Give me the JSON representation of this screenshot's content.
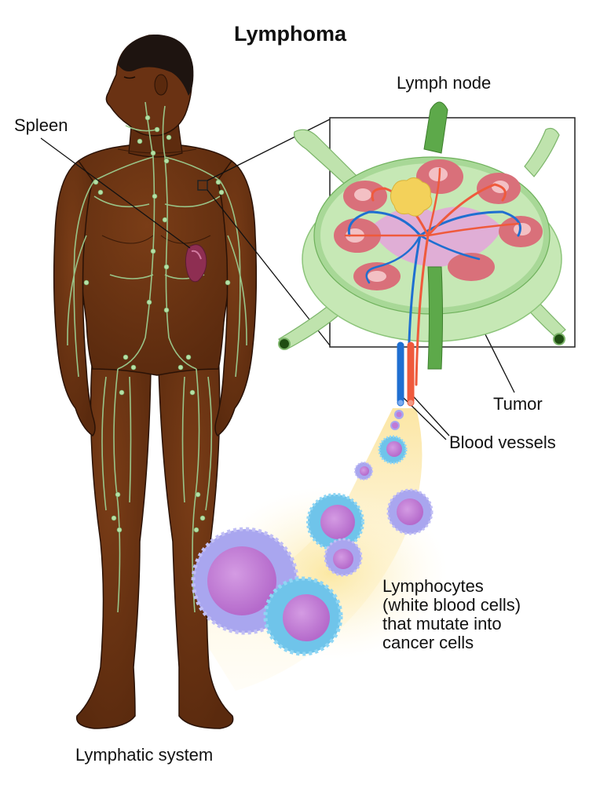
{
  "title": "Lymphoma",
  "labels": {
    "spleen": "Spleen",
    "lymph_node": "Lymph node",
    "tumor": "Tumor",
    "blood_vessels": "Blood vessels",
    "lymphocytes": "Lymphocytes (white blood cells) that mutate into cancer cells",
    "lymphocytes_lines": [
      "Lymphocytes",
      "(white blood cells)",
      "that mutate into",
      "cancer cells"
    ],
    "lymphatic_system": "Lymphatic system"
  },
  "figures": {
    "body": "human-figure-with-lymphatic-network",
    "inset": "lymph-node-cross-section",
    "cells": "mutating-lymphocytes"
  },
  "colors": {
    "skin": "#6b3413",
    "skin_dark": "#4a220b",
    "hair": "#1e1410",
    "lymph_vessel": "#9ccc8f",
    "lymph_node_outer": "#b9e3a8",
    "lymph_node_inner": "#7cbf6a",
    "lymph_node_dark": "#3f8f34",
    "follicle": "#d9707a",
    "follicle_center": "#f3c0c4",
    "medulla": "#e0aed6",
    "artery": "#ef5a3c",
    "vein": "#1f6fd1",
    "tumor": "#f3d15a",
    "spleen": "#8e2e52",
    "cell_membrane_blue": "#6fc4ea",
    "cell_membrane_lilac": "#a9a6ef",
    "cell_nucleus": "#c07ad6",
    "glow": "#fbe9a6"
  }
}
